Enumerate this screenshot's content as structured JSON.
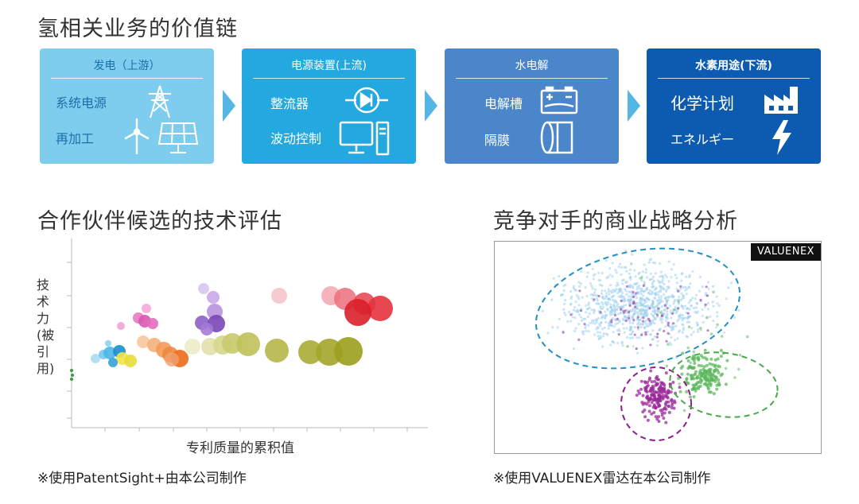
{
  "titles": {
    "chain": "氢相关业务的价值链",
    "tech": "合作伙伴候选的技术评估",
    "competitor": "竞争对手的商业战略分析"
  },
  "chain": [
    {
      "header": "发电（上游）",
      "items": [
        {
          "label": "系统电源",
          "icon": "power-tower-icon"
        },
        {
          "label": "再加工",
          "icon": "wind-solar-icon"
        }
      ],
      "color": "#7fcdee"
    },
    {
      "header": "电源装置(上流)",
      "items": [
        {
          "label": "整流器",
          "icon": "rectifier-diode-icon"
        },
        {
          "label": "波动控制",
          "icon": "computer-icon"
        }
      ],
      "color": "#24a8e0"
    },
    {
      "header": "水电解",
      "items": [
        {
          "label": "电解槽",
          "icon": "battery-icon"
        },
        {
          "label": "隔膜",
          "icon": "membrane-roll-icon"
        }
      ],
      "color": "#4a86c9"
    },
    {
      "header": "水素用途(下流)",
      "items": [
        {
          "label": "化学计划",
          "icon": "factory-icon"
        },
        {
          "label": "エネルギー",
          "icon": "lightning-icon"
        }
      ],
      "color": "#0c5bb0"
    }
  ],
  "arrow_color": "#55b6e6",
  "tech_chart": {
    "ylabel": "技术力(被引用)",
    "xlabel": "专利质量的累积值",
    "note": "※使用PatentSight+由本公司制作"
  },
  "competitor_chart": {
    "brand": "VALUENEX",
    "note": "※使用VALUENEX雷达在本公司制作"
  }
}
